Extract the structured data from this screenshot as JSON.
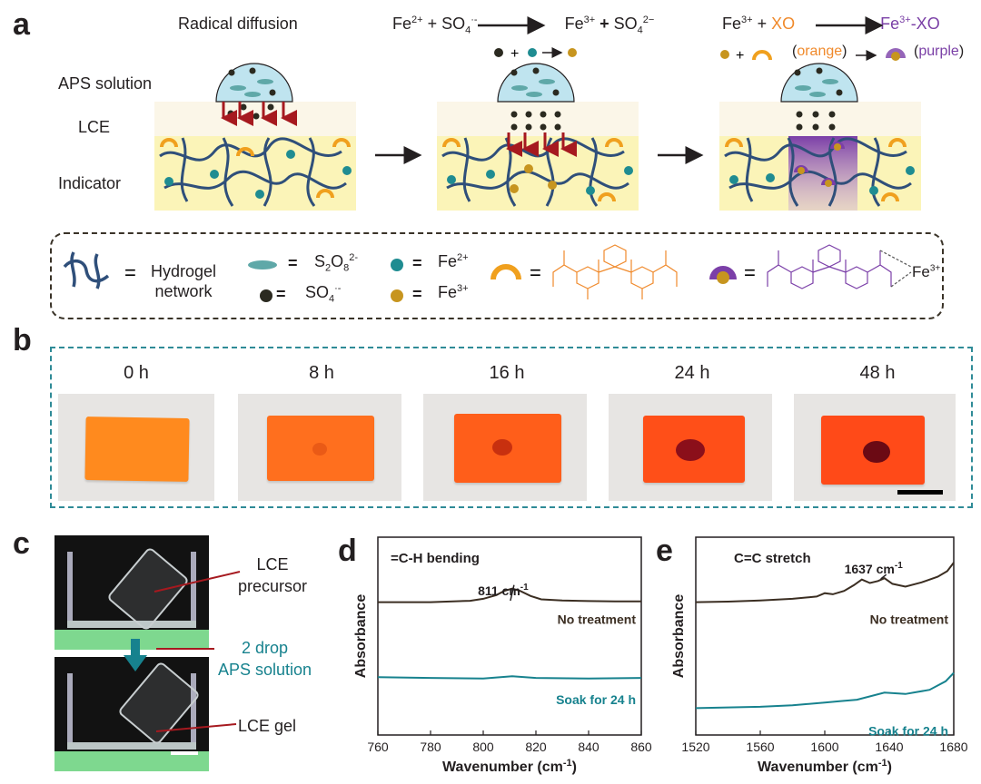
{
  "panel_labels": {
    "a": "a",
    "b": "b",
    "c": "c",
    "d": "d",
    "e": "e"
  },
  "panel_a": {
    "step1_title": "Radical diffusion",
    "layer_labels": {
      "aps": "APS solution",
      "lce": "LCE",
      "indicator": "Indicator"
    },
    "eq1": {
      "left1": "Fe",
      "left1_sup": "2+",
      "plus": " + ",
      "left2": "SO",
      "left2_sub": "4",
      "left2_sup": "·-",
      "right1": "Fe",
      "right1_sup": "3+",
      "plus2": " + ",
      "right2": "SO",
      "right2_sub": "4",
      "right2_sup": "2−"
    },
    "eq2": {
      "left1": "Fe",
      "left1_sup": "3+",
      "plus": " + ",
      "xo": "XO",
      "product": "Fe",
      "product_sup": "3+",
      "product_suffix": "-XO",
      "orange": "orange",
      "purple": "purple"
    },
    "colors": {
      "solution": "#bfe4ef",
      "lce": "#fbf6e8",
      "indicator": "#fbf4b8",
      "network": "#2f4f7a",
      "fe2": "#1f8c91",
      "fe3": "#c7951f",
      "arrow": "#a6191f",
      "complex": "#7b3fa8",
      "orange": "#f08a2c"
    }
  },
  "legend": {
    "network_label_1": "Hydrogel",
    "network_label_2": "network",
    "eq": "=",
    "s2o8": "S",
    "s2o8_sub1": "2",
    "s2o8_o": "O",
    "s2o8_sub2": "8",
    "s2o8_sup": "2-",
    "so4": "SO",
    "so4_sub": "4",
    "so4_sup": "·-",
    "fe2": "Fe",
    "fe2_sup": "2+",
    "fe3": "Fe",
    "fe3_sup": "3+",
    "complex_fe": "Fe",
    "complex_fe_sup": "3+"
  },
  "panel_b": {
    "times": [
      "0 h",
      "8 h",
      "16 h",
      "24 h",
      "48 h"
    ],
    "colors": {
      "border": "#2f8b97",
      "gel": "#ff6f1e",
      "spot": "#8b0f1a"
    }
  },
  "panel_c": {
    "label_precursor_1": "LCE",
    "label_precursor_2": "precursor",
    "label_drop_1": "2 drop",
    "label_drop_2": "APS solution",
    "label_gel": "LCE gel"
  },
  "chart_data": [
    {
      "type": "line",
      "panel": "d",
      "annotation": "=C-H bending",
      "peak_label": "811 cm",
      "peak_label_sup": "-1",
      "xlabel": "Wavenumber (cm",
      "xlabel_sup": "-1",
      "xlabel_tail": ")",
      "ylabel": "Absorbance",
      "xlim": [
        760,
        860
      ],
      "xticks": [
        "760",
        "780",
        "800",
        "820",
        "840",
        "860"
      ],
      "series": [
        {
          "name": "No treatment",
          "color": "#3b2e22",
          "x": [
            760,
            780,
            795,
            800,
            805,
            808,
            811,
            814,
            818,
            822,
            830,
            840,
            850,
            860
          ],
          "y": [
            0.62,
            0.62,
            0.625,
            0.632,
            0.645,
            0.66,
            0.668,
            0.66,
            0.642,
            0.63,
            0.626,
            0.624,
            0.623,
            0.623
          ]
        },
        {
          "name": "Soak for 24 h",
          "color": "#17828e",
          "x": [
            760,
            780,
            800,
            811,
            820,
            840,
            860
          ],
          "y": [
            0.355,
            0.352,
            0.35,
            0.358,
            0.352,
            0.35,
            0.352
          ]
        }
      ]
    },
    {
      "type": "line",
      "panel": "e",
      "annotation": "C=C stretch",
      "peak_label": "1637 cm",
      "peak_label_sup": "-1",
      "xlabel": "Wavenumber (cm",
      "xlabel_sup": "-1",
      "xlabel_tail": ")",
      "ylabel": "Absorbance",
      "xlim": [
        1520,
        1680
      ],
      "xticks": [
        "1520",
        "1560",
        "1600",
        "1640",
        "1680"
      ],
      "series": [
        {
          "name": "No treatment",
          "color": "#3b2e22",
          "x": [
            1520,
            1540,
            1560,
            1580,
            1595,
            1600,
            1605,
            1612,
            1618,
            1623,
            1628,
            1633,
            1637,
            1642,
            1650,
            1660,
            1670,
            1676,
            1680
          ],
          "y": [
            0.62,
            0.622,
            0.626,
            0.632,
            0.64,
            0.652,
            0.648,
            0.66,
            0.68,
            0.7,
            0.688,
            0.695,
            0.705,
            0.685,
            0.675,
            0.69,
            0.71,
            0.73,
            0.76
          ]
        },
        {
          "name": "Soak for 24 h",
          "color": "#17828e",
          "x": [
            1520,
            1560,
            1580,
            1600,
            1610,
            1620,
            1637,
            1650,
            1665,
            1675,
            1680
          ],
          "y": [
            0.245,
            0.25,
            0.255,
            0.265,
            0.27,
            0.275,
            0.3,
            0.295,
            0.31,
            0.34,
            0.37
          ]
        }
      ]
    }
  ]
}
